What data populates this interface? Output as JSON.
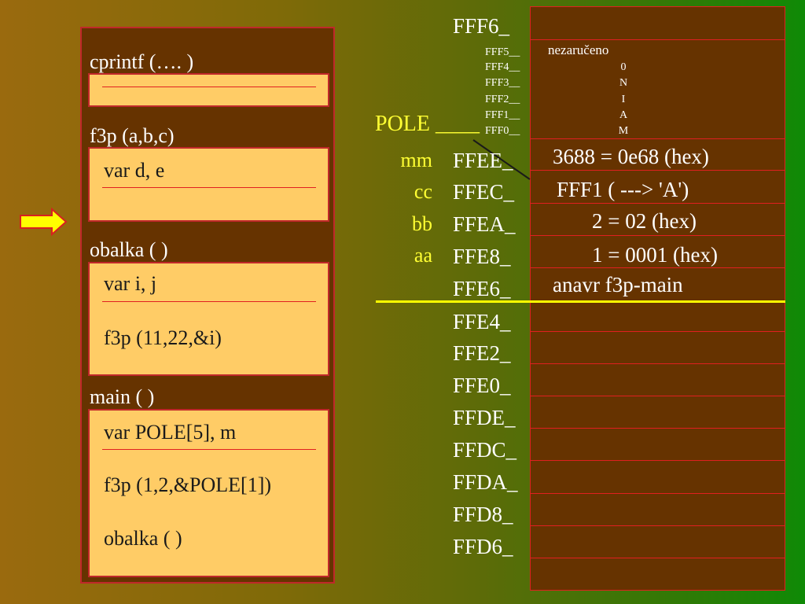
{
  "code": {
    "cprintf": {
      "title": "cprintf (…. )"
    },
    "f3p": {
      "title": "f3p (a,b,c)",
      "lines": [
        "var d, e"
      ]
    },
    "obalka": {
      "title": "obalka ( )",
      "lines": [
        "var i, j",
        "f3p (11,22,&i)"
      ]
    },
    "main": {
      "title": "main ( )",
      "lines": [
        "var POLE[5], m",
        "f3p (1,2,&POLE[1])",
        "obalka ( )"
      ]
    }
  },
  "pointer_arrow": "right-arrow-icon",
  "memory": {
    "top_address": "FFF6_",
    "small_addresses": [
      "FFF5__",
      "FFF4__",
      "FFF3__",
      "FFF2__",
      "FFF1__",
      "FFF0__"
    ],
    "small_values": [
      "nezaručeno",
      "0",
      "N",
      "I",
      "A",
      "M"
    ],
    "pole_label": "POLE ____",
    "var_labels": [
      "mm",
      "cc",
      "bb",
      "aa"
    ],
    "addresses": [
      "FFEE_",
      "FFEC_",
      "FFEA_",
      "FFE8_",
      "FFE6_",
      "FFE4_",
      "FFE2_",
      "FFE0_",
      "FFDE_",
      "FFDC_",
      "FFDA_",
      "FFD8_",
      "FFD6_"
    ],
    "values": [
      "3688 = 0e68 (hex)",
      "FFF1 ( --->  'A')",
      "2 =     02 (hex)",
      "1 = 0001 (hex)",
      "anavr   f3p-main"
    ]
  },
  "colors": {
    "panel": "#663300",
    "box": "#ffcc66",
    "border": "#c0282a",
    "variable_label": "#ffff33",
    "stack_marker": "#ffff00"
  }
}
